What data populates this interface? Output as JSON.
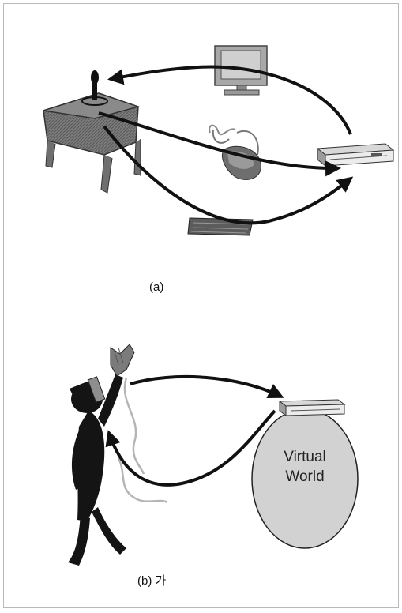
{
  "figure_a": {
    "caption": "(a)"
  },
  "figure_b": {
    "caption": "(b) 가",
    "world_label_line1": "Virtual",
    "world_label_line2": "World"
  },
  "colors": {
    "arrow": "#111111",
    "desk": "#6f6f6f",
    "world_fill": "#d2d2d2",
    "figure": "#141414",
    "cable": "#b5b5b5"
  }
}
